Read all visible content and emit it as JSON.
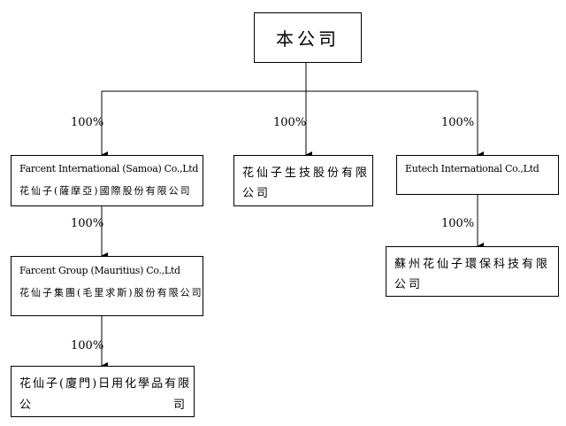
{
  "root": {
    "label": "本公司"
  },
  "edges": {
    "root_samoa": "100%",
    "root_biotech": "100%",
    "root_eutech": "100%",
    "samoa_mauritius": "100%",
    "mauritius_xiamen": "100%",
    "eutech_suzhou": "100%"
  },
  "nodes": {
    "samoa": {
      "name_en": "Farcent International (Samoa) Co.,Ltd",
      "name_zh": "花仙子(薩摩亞)國際股份有限公司"
    },
    "biotech": {
      "name_zh_1": "花仙子生技股份有限",
      "name_zh_2": "公司"
    },
    "eutech": {
      "name_en": "Eutech International Co.,Ltd"
    },
    "mauritius": {
      "name_en": "Farcent Group (Mauritius) Co.,Ltd",
      "name_zh": "花仙子集團(毛里求斯)股份有限公司"
    },
    "suzhou": {
      "name_zh_1": "蘇州花仙子環保科技有限",
      "name_zh_2": "公司"
    },
    "xiamen": {
      "name_zh_1": "花仙子(廈門)日用化學品有限",
      "name_zh_2a": "公",
      "name_zh_2b": "司"
    }
  }
}
